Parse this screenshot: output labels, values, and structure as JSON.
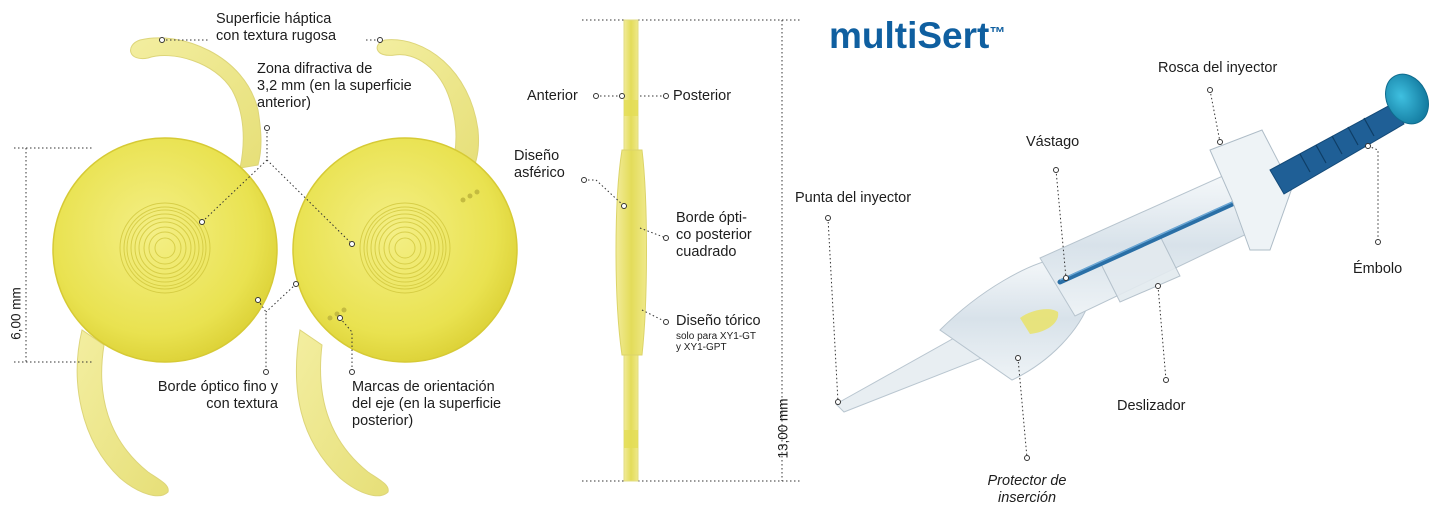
{
  "brand": {
    "name": "multiSert",
    "mark": "™",
    "color": "#0f5fa0"
  },
  "colors": {
    "lens_yellow": "#ece658",
    "lens_edge": "#d9cf3a",
    "leader": "#333333",
    "injector_blue": "#1f5f96",
    "plunger_cap": "#1f9ec4"
  },
  "lens_labels": {
    "haptic_surface_line1": "Superficie háptica",
    "haptic_surface_line2": "con textura rugosa",
    "diffractive_line1": "Zona difractiva de",
    "diffractive_line2": "3,2 mm (en la superficie",
    "diffractive_line3": "anterior)",
    "optic_edge_line1": "Borde óptico fino y",
    "optic_edge_line2": "con textura",
    "axis_marks_line1": "Marcas de orientación",
    "axis_marks_line2": "del eje (en la superficie",
    "axis_marks_line3": "posterior)",
    "diameter": "6,00 mm"
  },
  "profile_labels": {
    "anterior": "Anterior",
    "posterior": "Posterior",
    "aspheric_line1": "Diseño",
    "aspheric_line2": "asférico",
    "square_edge_line1": "Borde ópti-",
    "square_edge_line2": "co posterior",
    "square_edge_line3": "cuadrado",
    "toric_line1": "Diseño tórico",
    "toric_note_line1": "solo para XY1-GT",
    "toric_note_line2": "y XY1-GPT",
    "length": "13,00 mm"
  },
  "injector_labels": {
    "thread": "Rosca del inyector",
    "rod": "Vástago",
    "tip": "Punta del inyector",
    "plunger": "Émbolo",
    "slider": "Deslizador",
    "protector_line1": "Protector de",
    "protector_line2": "inserción"
  },
  "leaders": [
    "haptic-left",
    "haptic-right",
    "diffractive",
    "optic-edge",
    "axis-marks",
    "anterior",
    "posterior",
    "aspheric",
    "square-edge",
    "toric",
    "thread",
    "rod",
    "tip",
    "plunger",
    "slider",
    "protector"
  ]
}
